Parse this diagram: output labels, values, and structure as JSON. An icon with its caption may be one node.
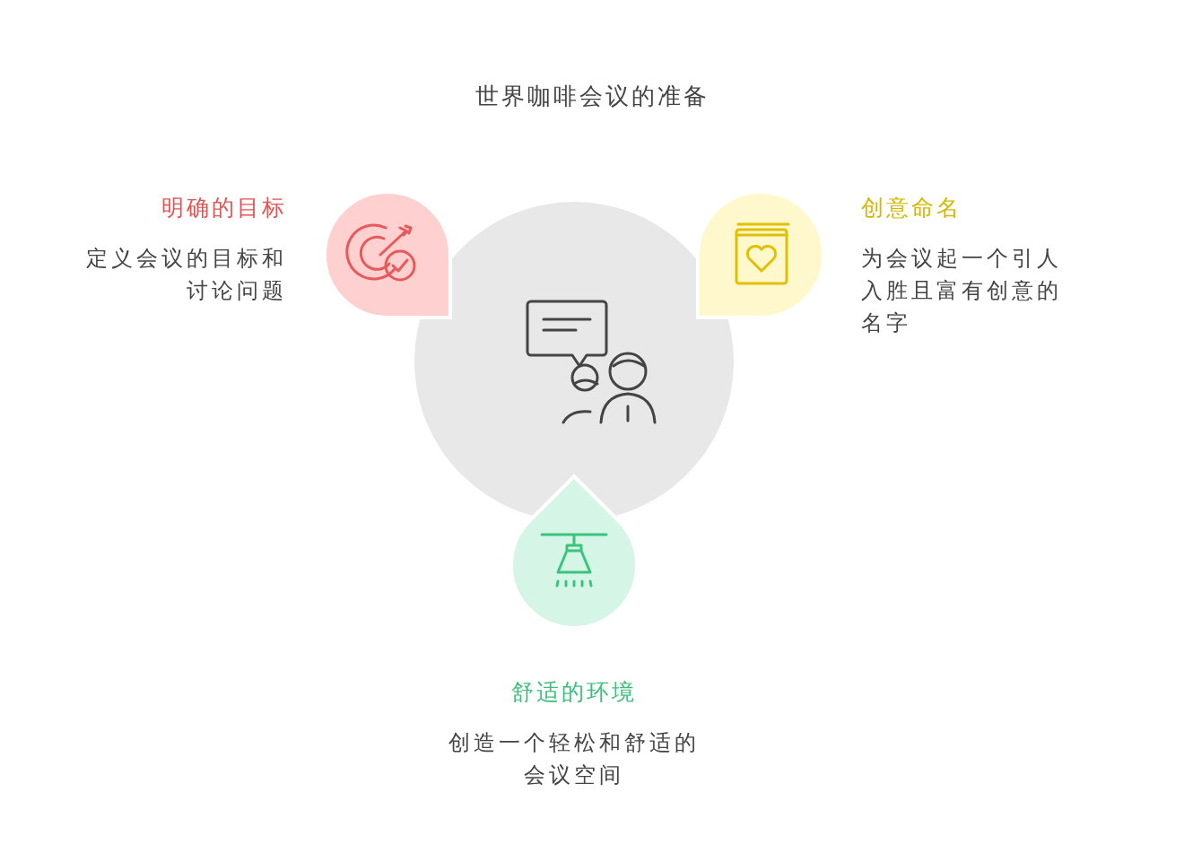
{
  "diagram": {
    "title": "世界咖啡会议的准备",
    "nodes": [
      {
        "text": [],
        "shape": "circle"
      },
      {
        "text": [],
        "shape": "drop",
        "beside": [
          "明确的目标",
          "定义会议的目标和讨论问题"
        ]
      },
      {
        "text": [],
        "shape": "drop",
        "beside": [
          "创意命名",
          "为会议起一个引人入胜且富有创意的名字"
        ]
      },
      {
        "text": [],
        "shape": "drop",
        "beside": [
          "舒适的环境",
          "创造一个轻松和舒适的会议空间"
        ]
      }
    ]
  }
}
